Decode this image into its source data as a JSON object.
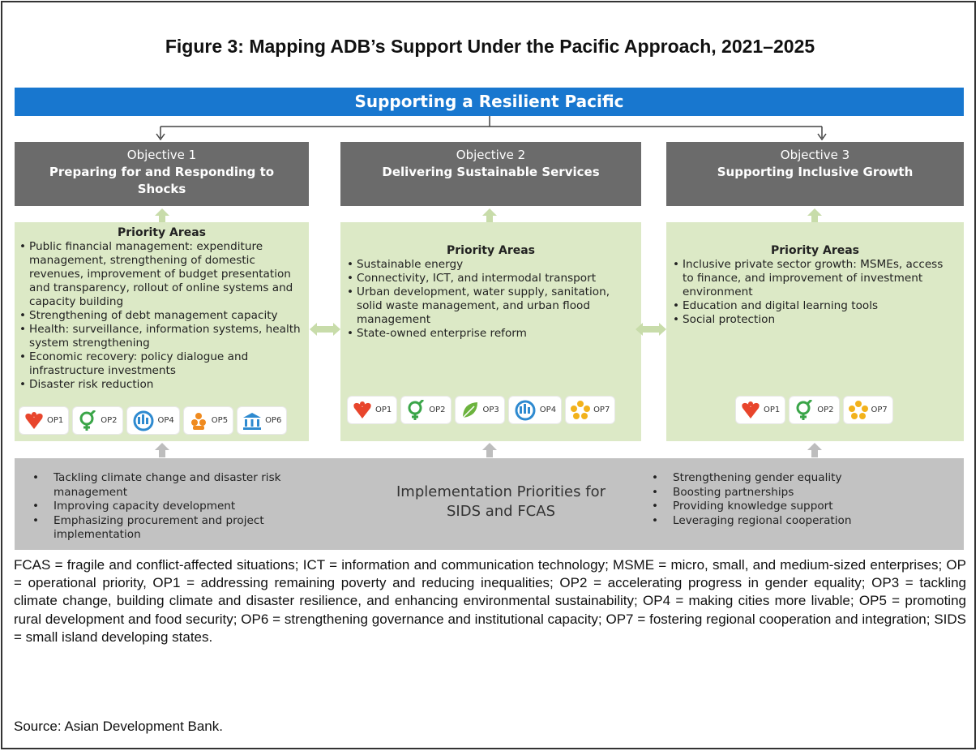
{
  "figure_title": "Figure 3: Mapping ADB’s Support Under the Pacific Approach, 2021–2025",
  "banner": "Supporting a Resilient Pacific",
  "objectives": [
    {
      "number": "Objective 1",
      "title": "Preparing for and Responding to Shocks"
    },
    {
      "number": "Objective 2",
      "title": "Delivering Sustainable Services"
    },
    {
      "number": "Objective 3",
      "title": "Supporting Inclusive Growth"
    }
  ],
  "priority_heading": "Priority Areas",
  "priority_areas": [
    {
      "items": [
        "Public financial management: expenditure management, strengthening of domestic revenues, improvement of budget presentation and transparency, rollout of online systems and capacity building",
        "Strengthening of debt management capacity",
        "Health: surveillance, information systems, health system strengthening",
        "Economic recovery: policy dialogue and infrastructure investments",
        "Disaster risk reduction"
      ],
      "ops": [
        "OP1",
        "OP2",
        "OP4",
        "OP5",
        "OP6"
      ]
    },
    {
      "items": [
        "Sustainable energy",
        "Connectivity, ICT, and intermodal transport",
        "Urban development, water supply, sanitation, solid waste management, and urban flood management",
        "State-owned enterprise reform"
      ],
      "ops": [
        "OP1",
        "OP2",
        "OP3",
        "OP4",
        "OP7"
      ]
    },
    {
      "items": [
        "Inclusive private sector growth: MSMEs, access to finance, and improvement of investment environment",
        "Education and digital learning tools",
        "Social protection"
      ],
      "ops": [
        "OP1",
        "OP2",
        "OP7"
      ]
    }
  ],
  "implementation": {
    "title": "Implementation Priorities for SIDS and FCAS",
    "left": [
      "Tackling climate change and disaster risk management",
      "Improving capacity development",
      "Emphasizing procurement and project implementation"
    ],
    "right": [
      "Strengthening gender equality",
      "Boosting partnerships",
      "Providing knowledge support",
      "Leveraging regional cooperation"
    ]
  },
  "notes": "FCAS = fragile and conflict-affected situations; ICT = information and communication technology; MSME = micro, small, and medium-sized enterprises; OP = operational priority, OP1 = addressing remaining poverty and reducing inequalities; OP2 = accelerating progress in gender equality; OP3 = tackling climate change, building climate and disaster resilience, and enhancing environmental sustainability; OP4 = making cities more livable; OP5 = promoting rural development and food security; OP6 = strengthening governance and institutional capacity; OP7 = fostering regional cooperation and integration; SIDS = small island developing states.",
  "source": "Source: Asian Development Bank.",
  "colors": {
    "banner": "#1877cf",
    "objective_box": "#6b6b6b",
    "priority_box": "#dce9c6",
    "implementation_box": "#c2c2c2",
    "arrow": "#c8dcaa"
  },
  "op_icons": {
    "OP1": "poverty-heart-icon",
    "OP2": "gender-symbol-icon",
    "OP3": "leaf-icon",
    "OP4": "city-livable-icon",
    "OP5": "food-security-icon",
    "OP6": "governance-building-icon",
    "OP7": "regional-cooperation-icon"
  }
}
